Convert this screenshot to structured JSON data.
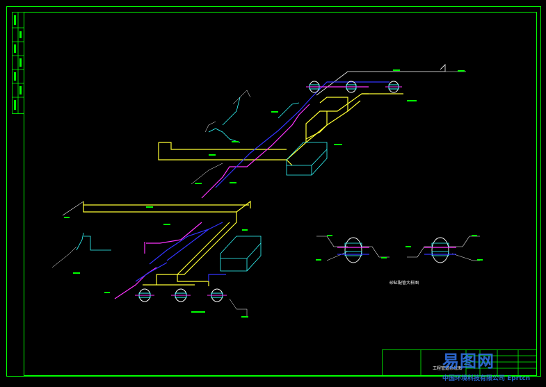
{
  "drawing": {
    "title_block_caption": "工程管道系统图",
    "detail_caption": "砂缸配管大样图",
    "watermark_logo": "易图网",
    "watermark_sub": "中国环境科技有限公司 Eprtcn"
  },
  "colors": {
    "background": "#000000",
    "frame": "#00ff00",
    "pipe_yellow": "#ffff33",
    "pipe_magenta": "#ff33ff",
    "pipe_blue": "#3333ff",
    "pipe_cyan": "#33ffff",
    "pipe_white": "#ffffff"
  }
}
